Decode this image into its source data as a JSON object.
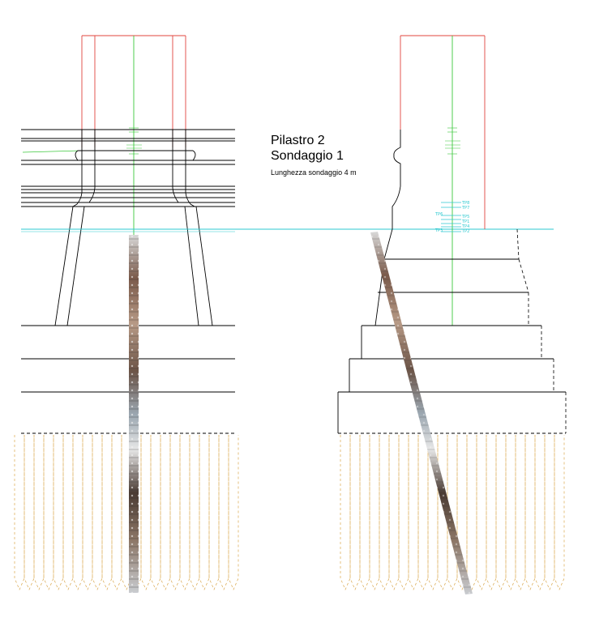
{
  "title": {
    "line1": "Pilastro 2",
    "line2": "Sondaggio 1",
    "subtitle": "Lunghezza sondaggio 4 m"
  },
  "tags": [
    "TP8",
    "TP7",
    "TP6",
    "TP5",
    "TP1",
    "TP4",
    "TP3",
    "TP2"
  ],
  "colors": {
    "outline": "#000000",
    "red_column": "#e0443e",
    "green_axis": "#3cc83c",
    "cyan_level": "#2ec9d0",
    "piles": "#d9a64a"
  }
}
